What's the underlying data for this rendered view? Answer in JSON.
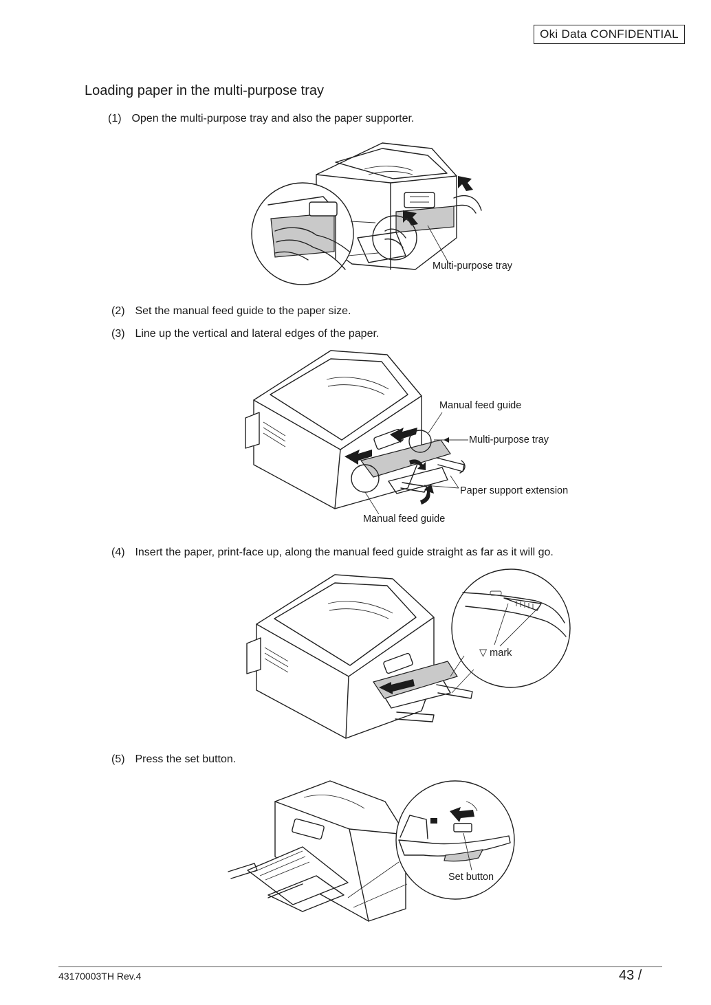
{
  "header": {
    "confidential_label": "Oki  Data  CONFIDENTIAL"
  },
  "section_title": "Loading paper in the multi-purpose tray",
  "steps": [
    {
      "num": "(1)",
      "text": "Open the multi-purpose tray and also the paper supporter."
    },
    {
      "num": "(2)",
      "text": "Set the manual feed guide to the paper size."
    },
    {
      "num": "(3)",
      "text": "Line up the vertical and lateral edges of the paper."
    },
    {
      "num": "(4)",
      "text": "Insert the paper, print-face up, along the manual feed guide straight as far as it will go."
    },
    {
      "num": "(5)",
      "text": "Press the set button."
    }
  ],
  "figures": {
    "fig1": {
      "callouts": [
        "Multi-purpose tray"
      ]
    },
    "fig2": {
      "callouts": [
        "Manual feed guide",
        "Multi-purpose tray",
        "Paper support extension",
        "Manual feed guide"
      ]
    },
    "fig3": {
      "callouts": [
        "▽ mark"
      ]
    },
    "fig4": {
      "callouts": [
        "Set button"
      ]
    }
  },
  "footer": {
    "doc_number": "43170003TH  Rev.4",
    "page_number": "43 /"
  },
  "icons": [
    "printer-illustration-icon",
    "arrow-icon",
    "hand-icon",
    "magnifier-circle-icon",
    "triangle-mark-icon"
  ]
}
